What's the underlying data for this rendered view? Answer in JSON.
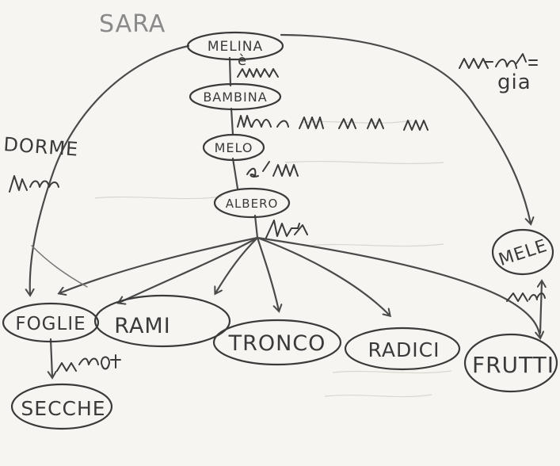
{
  "author": "SARA",
  "nodes": {
    "melina": "MELINA",
    "bambina": "BAMBINA",
    "melo": "MELO",
    "albero": "ALBERO",
    "foglie": "FOGLIE",
    "rami": "RAMI",
    "tronco": "TRONCO",
    "radici": "RADICI",
    "frutti": "FRUTTI",
    "mele": "MELE",
    "secche": "SECCHE"
  },
  "edge_labels": {
    "melina_bambina": "è",
    "dorme": "DORME",
    "mangia_tail": "gia"
  },
  "colors": {
    "paper": "#f6f5f1",
    "pencil": "#3a3a3a"
  }
}
